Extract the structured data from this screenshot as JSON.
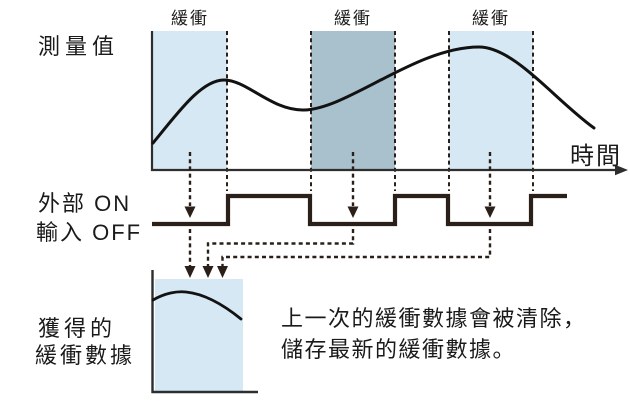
{
  "chart": {
    "y_label": "測量值",
    "x_label": "時間",
    "buffer_labels": [
      "緩衝",
      "緩衝",
      "緩衝"
    ]
  },
  "signal": {
    "line1": "外部 ON",
    "line2": "輸入 OFF"
  },
  "obtained": {
    "line1": "獲得的",
    "line2": "緩衝數據"
  },
  "note": {
    "line1": "上一次的緩衝數據會被清除，",
    "line2": "儲存最新的緩衝數據。"
  },
  "colors": {
    "buffer_new": "#d5e8f4",
    "buffer_old": "#a9c0cd",
    "line_dark": "#2b2019",
    "curve": "#121212",
    "axis": "#2e2e2e"
  }
}
